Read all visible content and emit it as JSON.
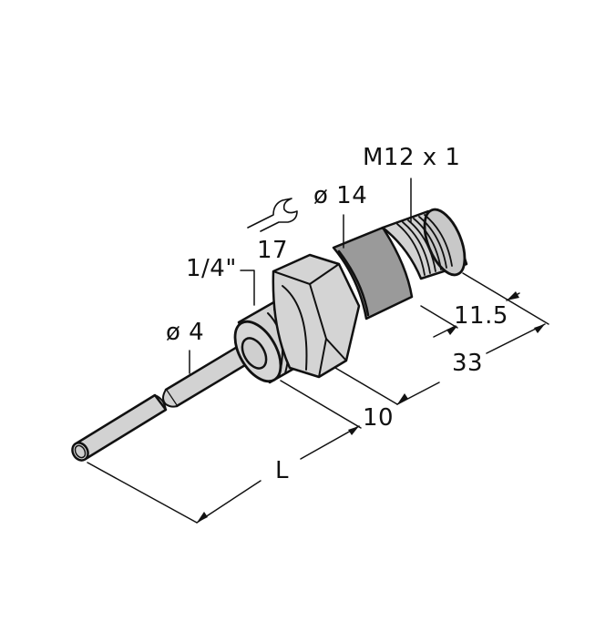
{
  "diagram": {
    "subject": "Temperature probe with threaded process connection and M12 connector",
    "colors": {
      "background": "#ffffff",
      "outline": "#111111",
      "light_metal": "#d2d2d2",
      "dark_sleeve": "#9a9a9a",
      "dimension_line": "#111111"
    },
    "labels": {
      "connector_thread": "M12 x 1",
      "sleeve_diameter": "ø 14",
      "wrench_size": "17",
      "process_thread": "1/4\"",
      "probe_diameter": "ø 4",
      "connector_length": "11.5",
      "body_length": "33",
      "thread_length": "10",
      "probe_length": "L"
    },
    "icons": {
      "wrench": "wrench-icon"
    }
  }
}
